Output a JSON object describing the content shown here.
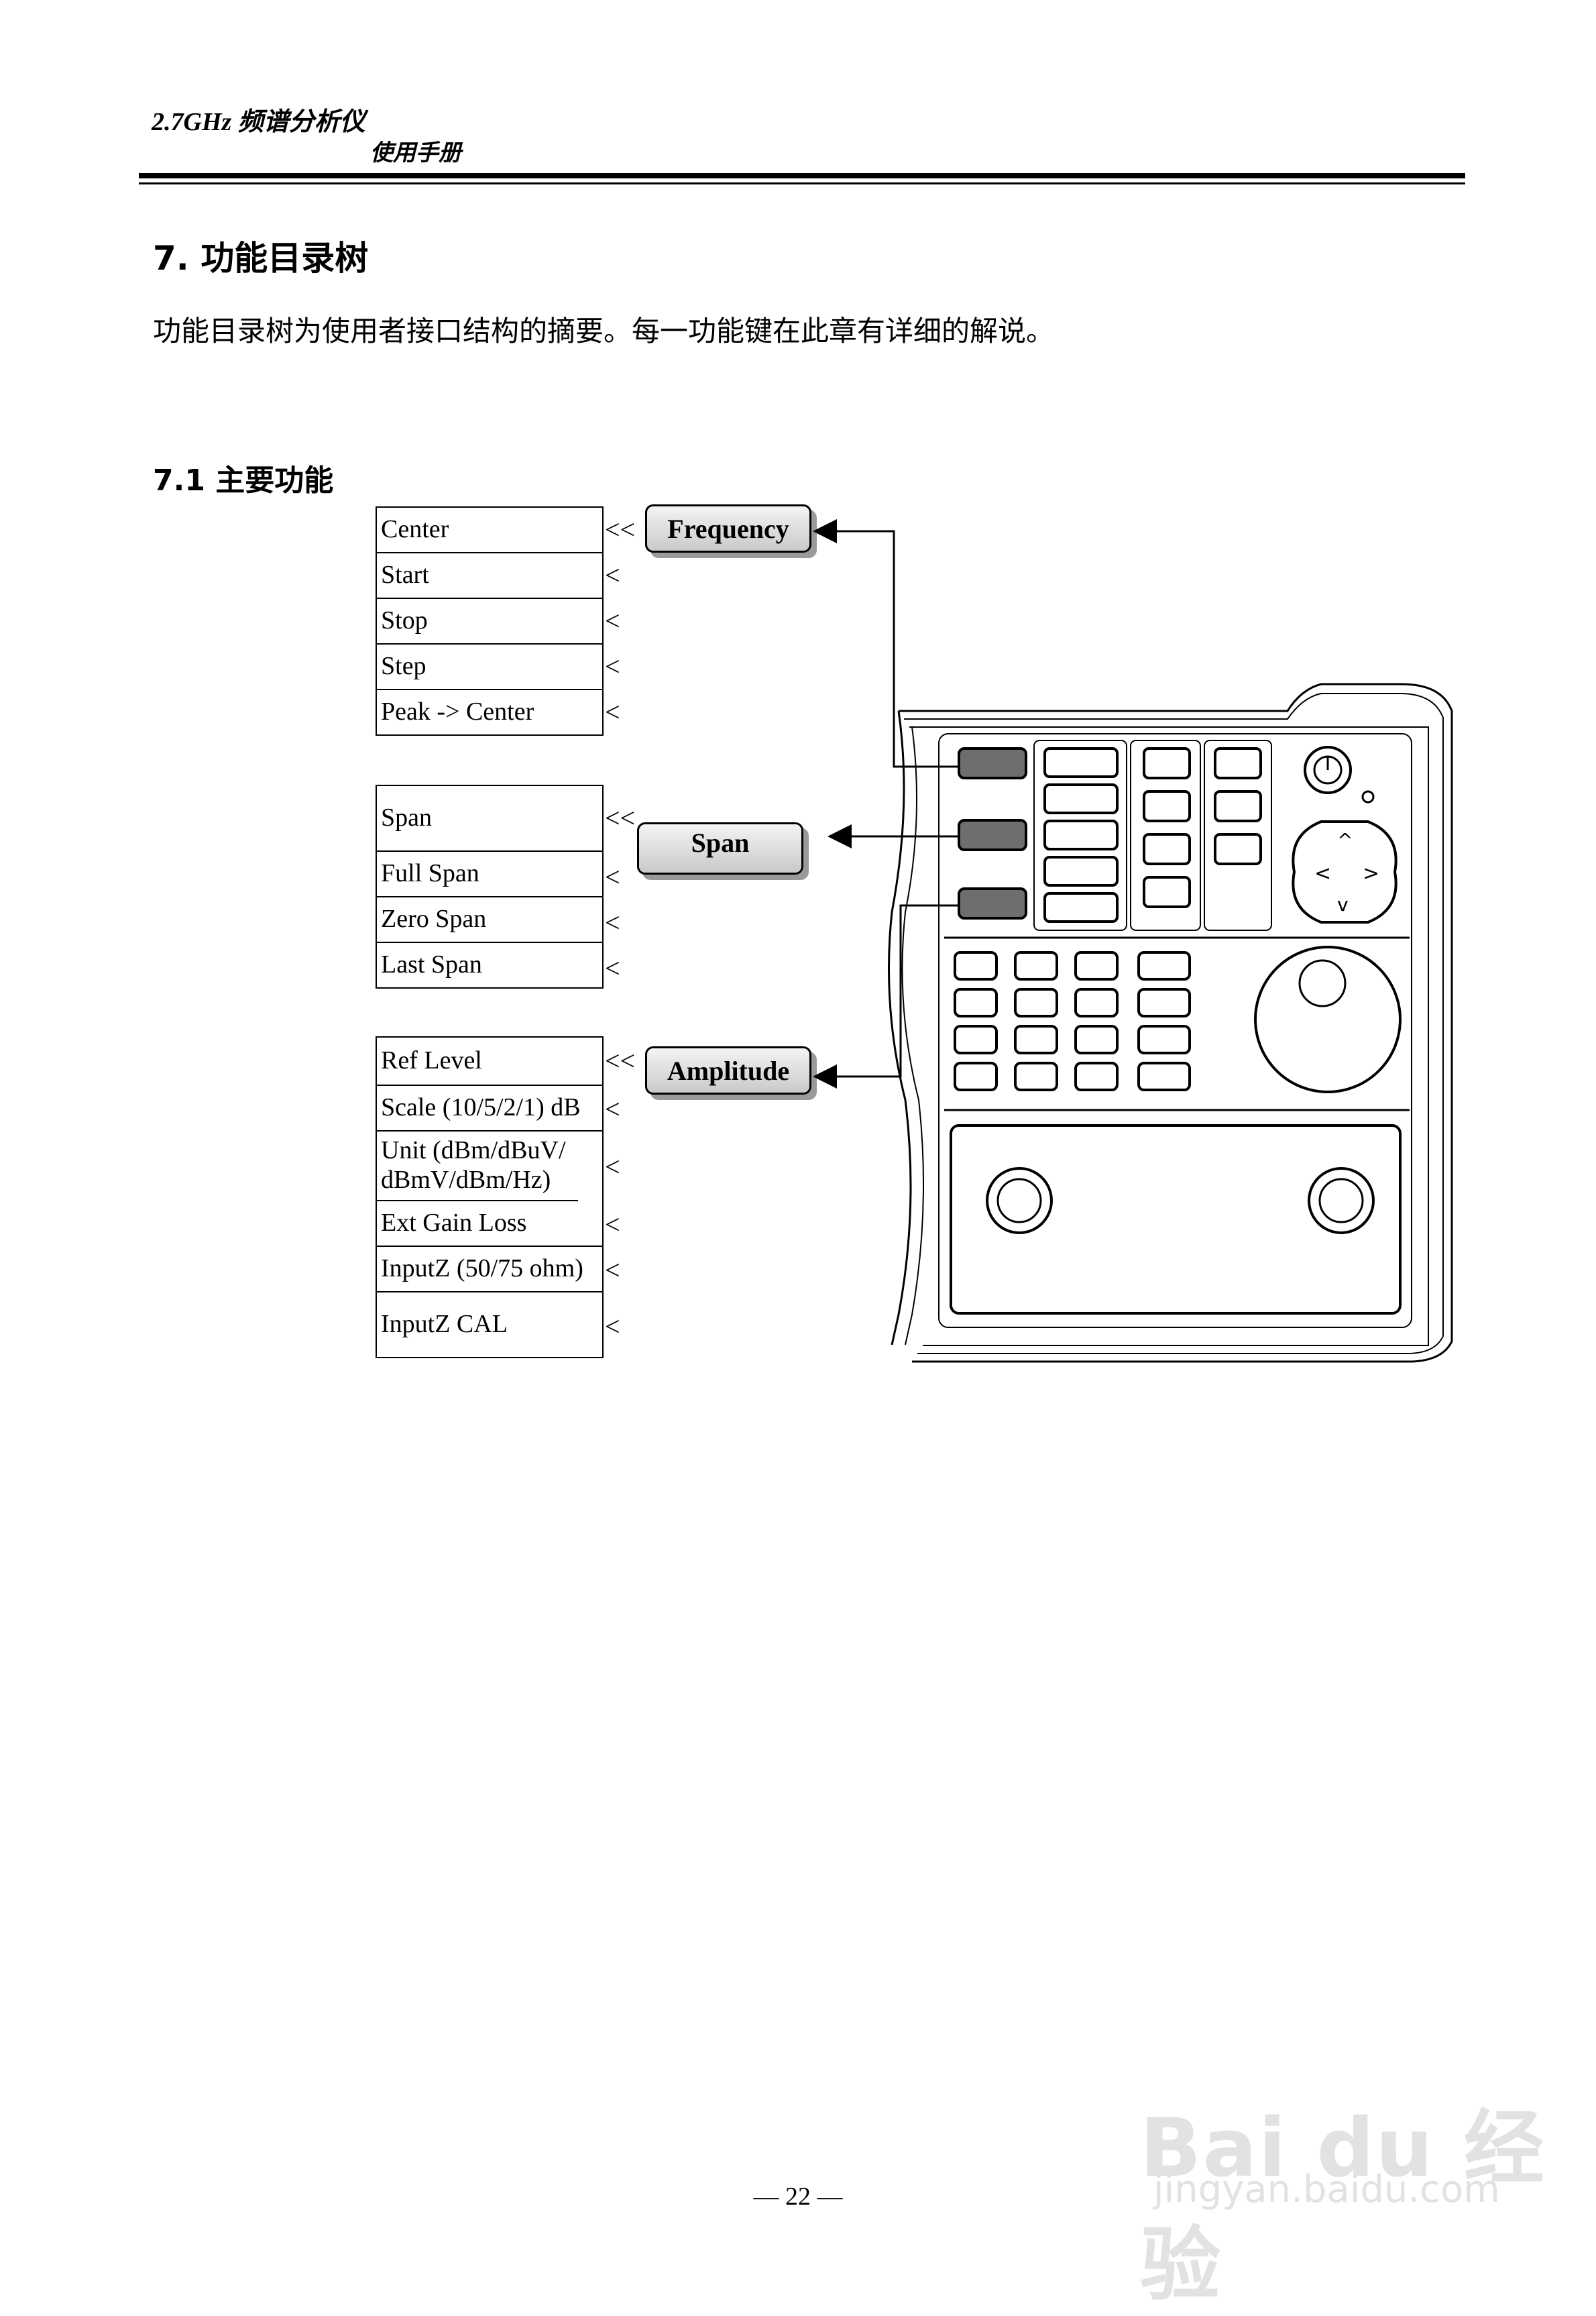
{
  "header": {
    "title": "2.7GHz 频谱分析仪",
    "subtitle": "使用手册"
  },
  "section": {
    "heading": "7.  功能目录树",
    "intro": "功能目录树为使用者接口结构的摘要。每一功能键在此章有详细的解说。"
  },
  "subsection": {
    "heading": "7.1  主要功能"
  },
  "frequency": {
    "key": "Frequency",
    "items": [
      "Center",
      "Start",
      "Stop",
      "Step",
      "Peak -> Center"
    ],
    "marks": [
      "<<",
      "<",
      "<",
      "<",
      "<"
    ]
  },
  "span": {
    "key": "Span",
    "items": [
      "Span",
      "Full Span",
      "Zero Span",
      "Last Span"
    ],
    "marks": [
      "<<",
      "<",
      "<",
      "<"
    ]
  },
  "amplitude": {
    "key": "Amplitude",
    "items": [
      "Ref Level",
      "Scale (10/5/2/1) dB",
      "Unit (dBm/dBuV/ dBmV/dBm/Hz)",
      "Ext Gain Loss",
      "InputZ (50/75 ohm)",
      "InputZ CAL"
    ],
    "marks": [
      "<<",
      "<",
      "<",
      "<",
      "<",
      "<"
    ]
  },
  "footer": {
    "page": "— 22 —"
  },
  "watermark": {
    "brand": "Bai du 经验",
    "url": "jingyan.baidu.com"
  }
}
